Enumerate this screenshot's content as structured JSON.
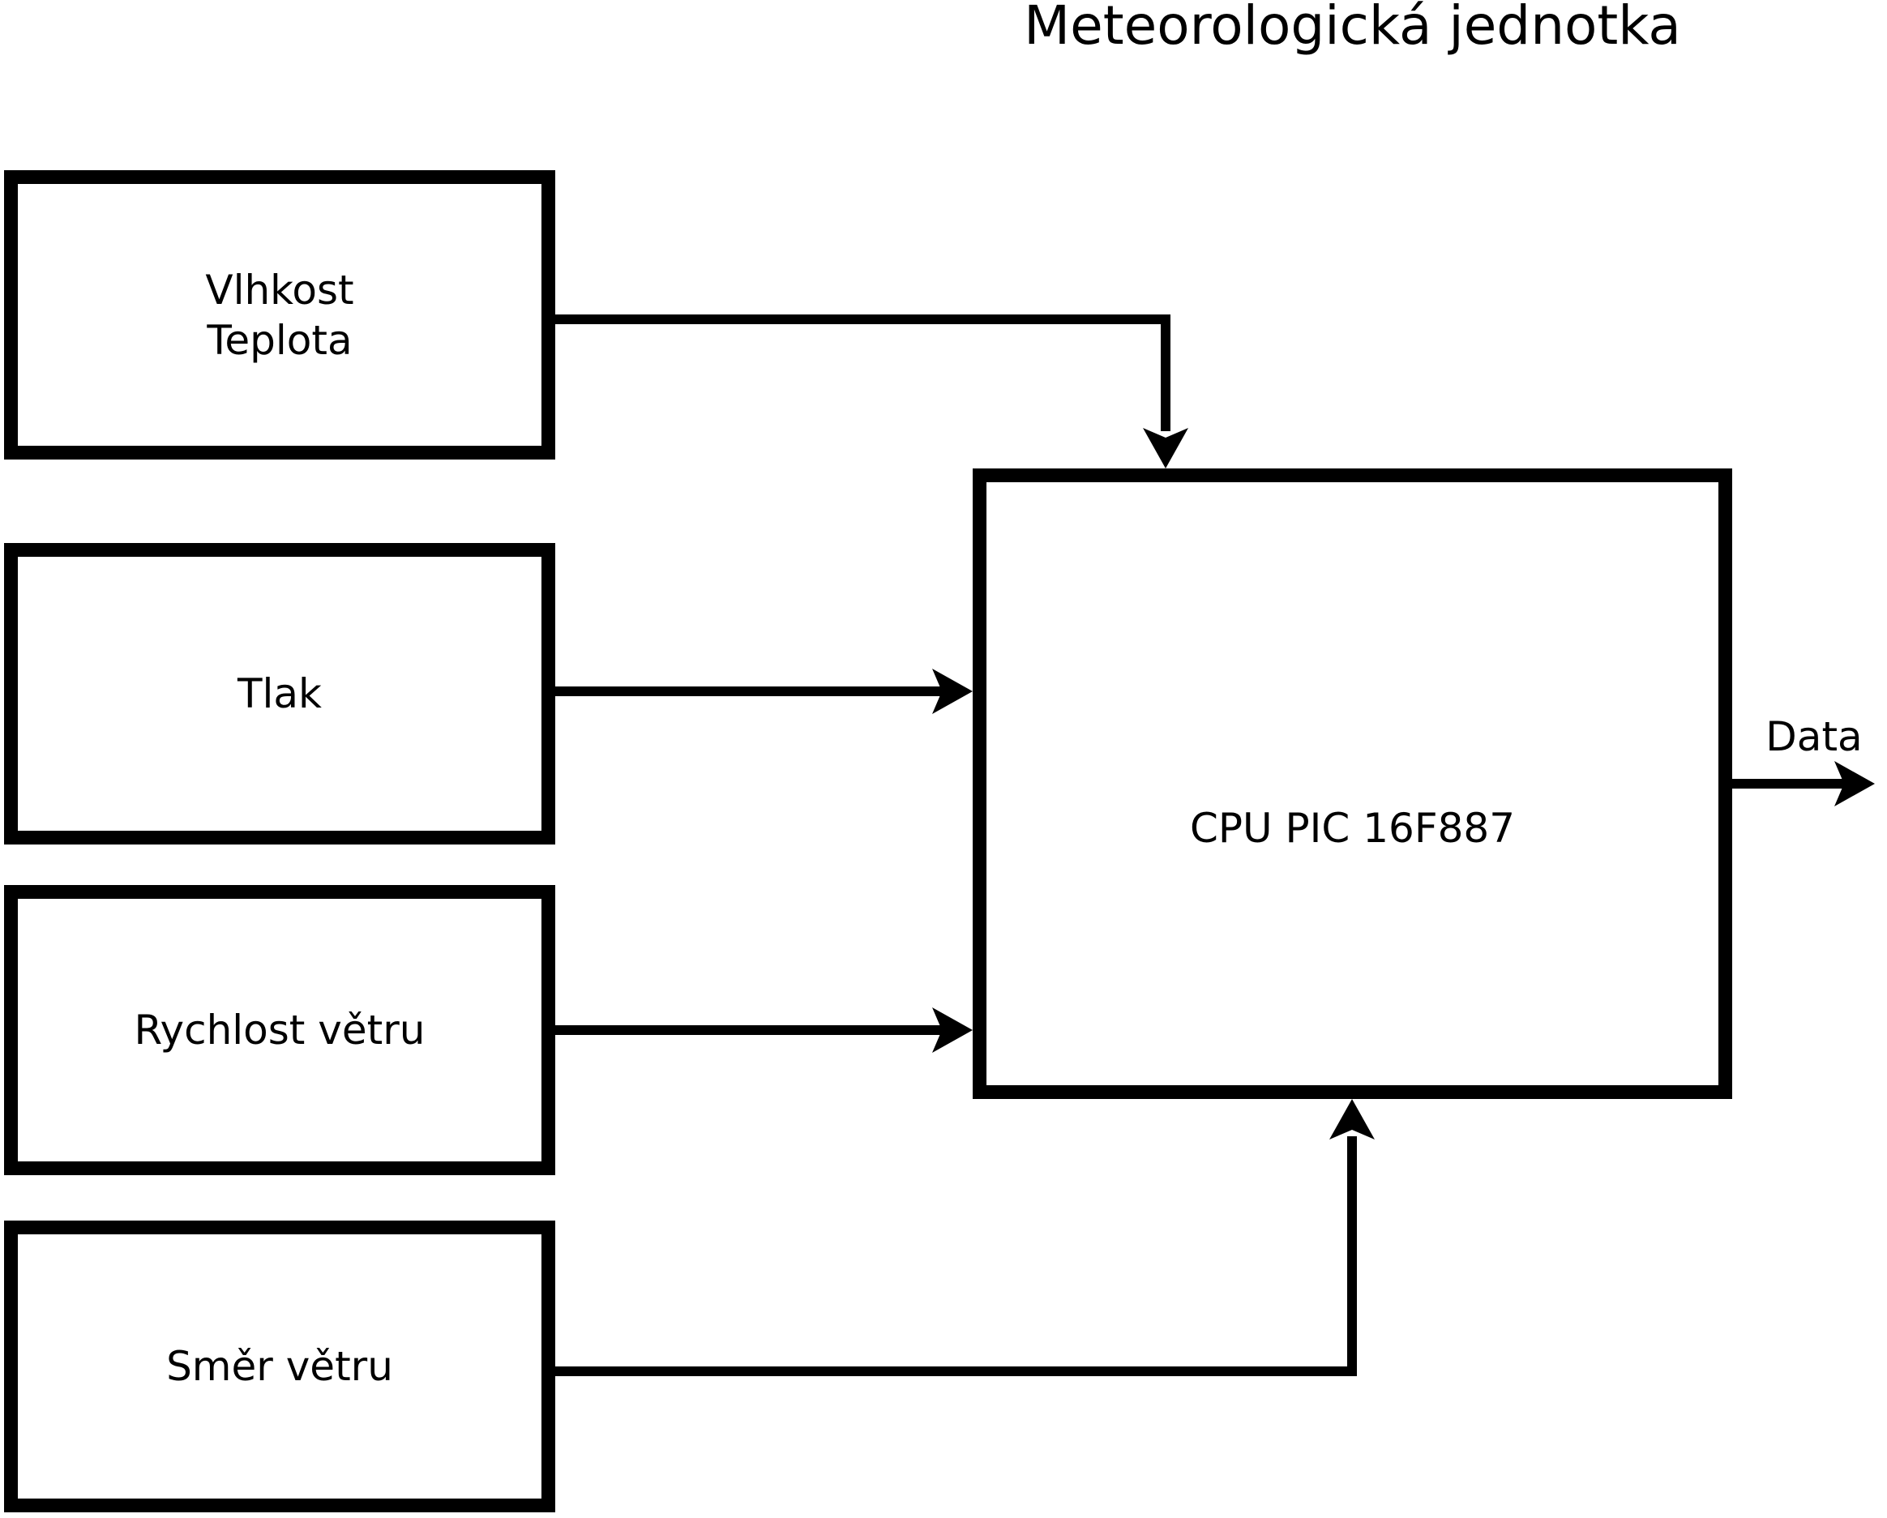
{
  "title": "Meteorologická jednotka",
  "nodes": {
    "sensor_humidity_temperature": {
      "line1": "Vlhkost",
      "line2": "Teplota"
    },
    "sensor_pressure": {
      "label": "Tlak"
    },
    "sensor_wind_speed": {
      "label": "Rychlost větru"
    },
    "sensor_wind_direction": {
      "label": "Směr větru"
    },
    "cpu": {
      "label": "CPU PIC 16F887"
    }
  },
  "outputs": {
    "data_label": "Data"
  },
  "edges": [
    {
      "from": "Vlhkost Teplota",
      "to": "CPU PIC 16F887"
    },
    {
      "from": "Tlak",
      "to": "CPU PIC 16F887"
    },
    {
      "from": "Rychlost větru",
      "to": "CPU PIC 16F887"
    },
    {
      "from": "Směr větru",
      "to": "CPU PIC 16F887"
    },
    {
      "from": "CPU PIC 16F887",
      "to": "Data"
    }
  ],
  "colors": {
    "line": "#000000",
    "background": "#ffffff"
  }
}
